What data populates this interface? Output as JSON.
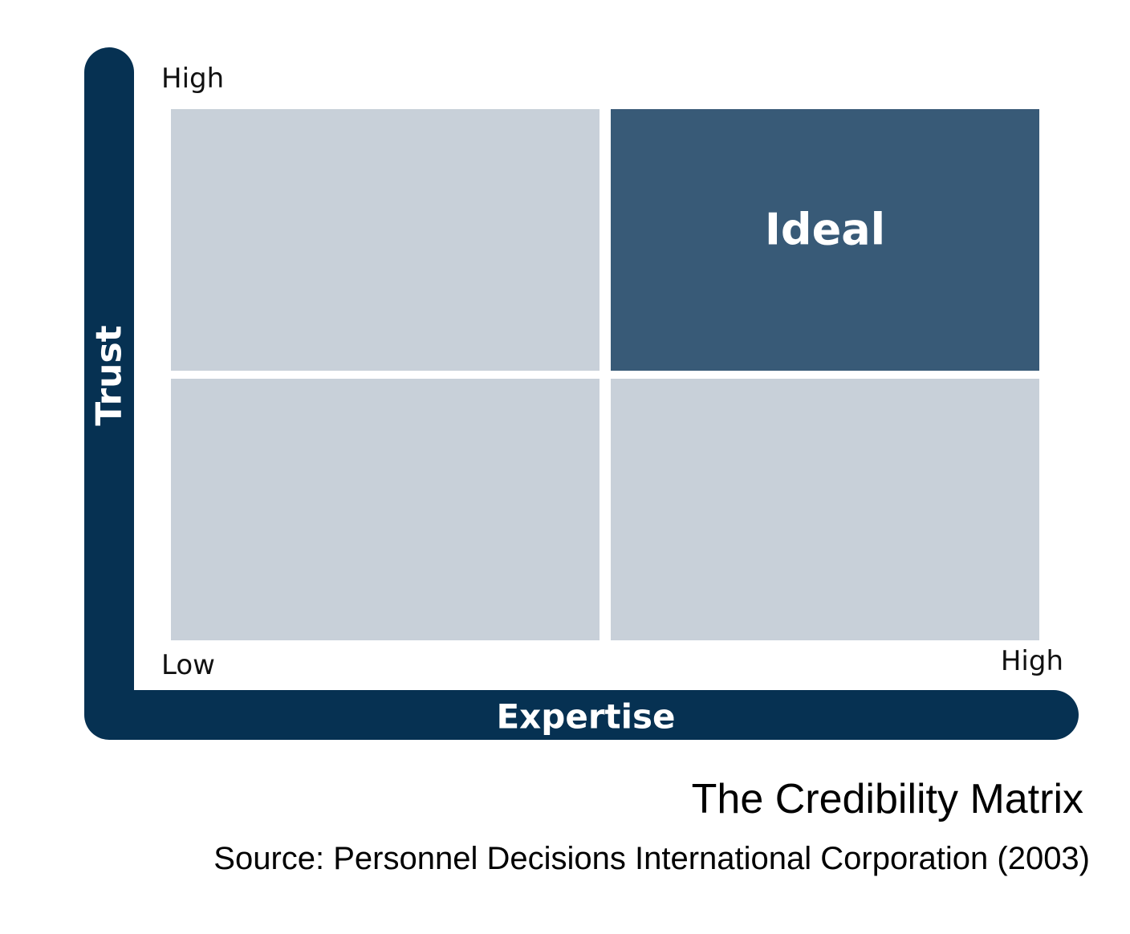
{
  "matrix": {
    "y_axis": {
      "label": "Trust",
      "high_label": "High"
    },
    "x_axis": {
      "label": "Expertise",
      "low_label": "Low",
      "high_label": "High"
    },
    "quadrants": {
      "top_left": "",
      "top_right": "Ideal",
      "bottom_left": "",
      "bottom_right": ""
    },
    "colors": {
      "axis": "#063152",
      "cell": "#c8d0d9",
      "highlight_cell": "#385a77"
    }
  },
  "caption": {
    "title": "The Credibility Matrix",
    "source": "Source: Personnel Decisions International Corporation (2003)"
  }
}
